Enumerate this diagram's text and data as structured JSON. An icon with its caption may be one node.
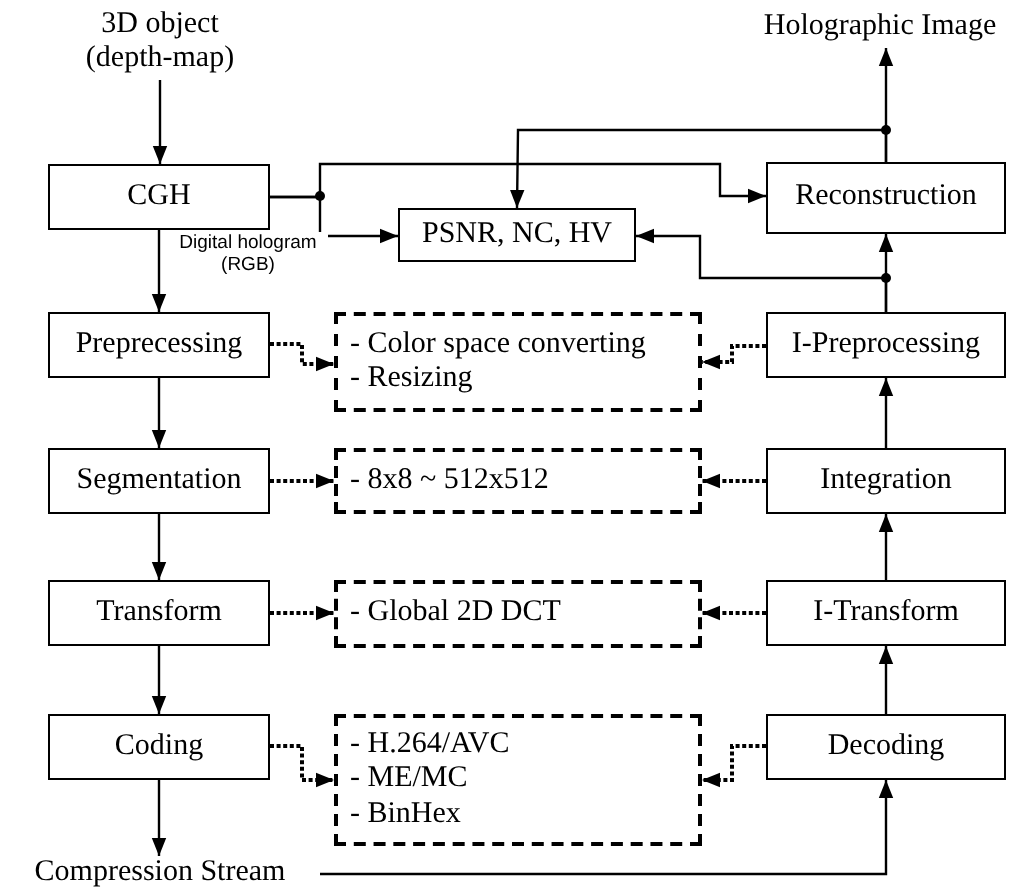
{
  "diagram": {
    "nodes": [
      {
        "text": [
          "3D object (depth-map)"
        ]
      },
      {
        "text": [
          "CGH"
        ]
      },
      {
        "text": [
          "PSNR, NC, HV"
        ]
      },
      {
        "text": [
          "Reconstruction"
        ]
      },
      {
        "text": [
          "Holographic Image"
        ]
      },
      {
        "text": [
          "Preprecessing"
        ]
      },
      {
        "text": [
          "- Color space converting",
          "- Resizing"
        ]
      },
      {
        "text": [
          "I-Preprocessing"
        ]
      },
      {
        "text": [
          "Segmentation"
        ]
      },
      {
        "text": [
          "- 8x8 ~ 512x512"
        ]
      },
      {
        "text": [
          "Integration"
        ]
      },
      {
        "text": [
          "Transform"
        ]
      },
      {
        "text": [
          "- Global 2D DCT"
        ]
      },
      {
        "text": [
          "I-Transform"
        ]
      },
      {
        "text": [
          "Coding"
        ]
      },
      {
        "text": [
          "- H.264/AVC",
          "- ME/MC",
          "- BinHex"
        ]
      },
      {
        "text": [
          "Decoding"
        ]
      },
      {
        "text": [
          "Compression Stream"
        ]
      }
    ],
    "edges": [
      {
        "from": 0,
        "to": 1,
        "arrow": "to"
      },
      {
        "from": 1,
        "to": 5,
        "arrow": "to",
        "label": "Digital hologram (RGB)"
      },
      {
        "from": 1,
        "to": 2,
        "arrow": "to"
      },
      {
        "from": 1,
        "to": 3,
        "arrow": "to"
      },
      {
        "from": 3,
        "to": 4,
        "arrow": "to"
      },
      {
        "from": 3,
        "to": 2,
        "arrow": "to"
      },
      {
        "from": 7,
        "to": 3,
        "arrow": "to"
      },
      {
        "from": 7,
        "to": 2,
        "arrow": "to"
      },
      {
        "from": 5,
        "to": 6,
        "arrow": "to",
        "style": "dashed"
      },
      {
        "from": 7,
        "to": 6,
        "arrow": "to",
        "style": "dashed"
      },
      {
        "from": 8,
        "to": 9,
        "arrow": "to",
        "style": "dashed"
      },
      {
        "from": 10,
        "to": 9,
        "arrow": "to",
        "style": "dashed"
      },
      {
        "from": 11,
        "to": 12,
        "arrow": "to",
        "style": "dashed"
      },
      {
        "from": 13,
        "to": 12,
        "arrow": "to",
        "style": "dashed"
      },
      {
        "from": 14,
        "to": 15,
        "arrow": "to",
        "style": "dashed"
      },
      {
        "from": 16,
        "to": 15,
        "arrow": "to",
        "style": "dashed"
      },
      {
        "from": 5,
        "to": 8,
        "arrow": "to"
      },
      {
        "from": 8,
        "to": 11,
        "arrow": "to"
      },
      {
        "from": 11,
        "to": 14,
        "arrow": "to"
      },
      {
        "from": 14,
        "to": 17,
        "arrow": "to"
      },
      {
        "from": 17,
        "to": 16,
        "arrow": "to"
      },
      {
        "from": 16,
        "to": 13,
        "arrow": "to"
      },
      {
        "from": 13,
        "to": 10,
        "arrow": "to"
      },
      {
        "from": 10,
        "to": 7,
        "arrow": "to"
      }
    ]
  }
}
